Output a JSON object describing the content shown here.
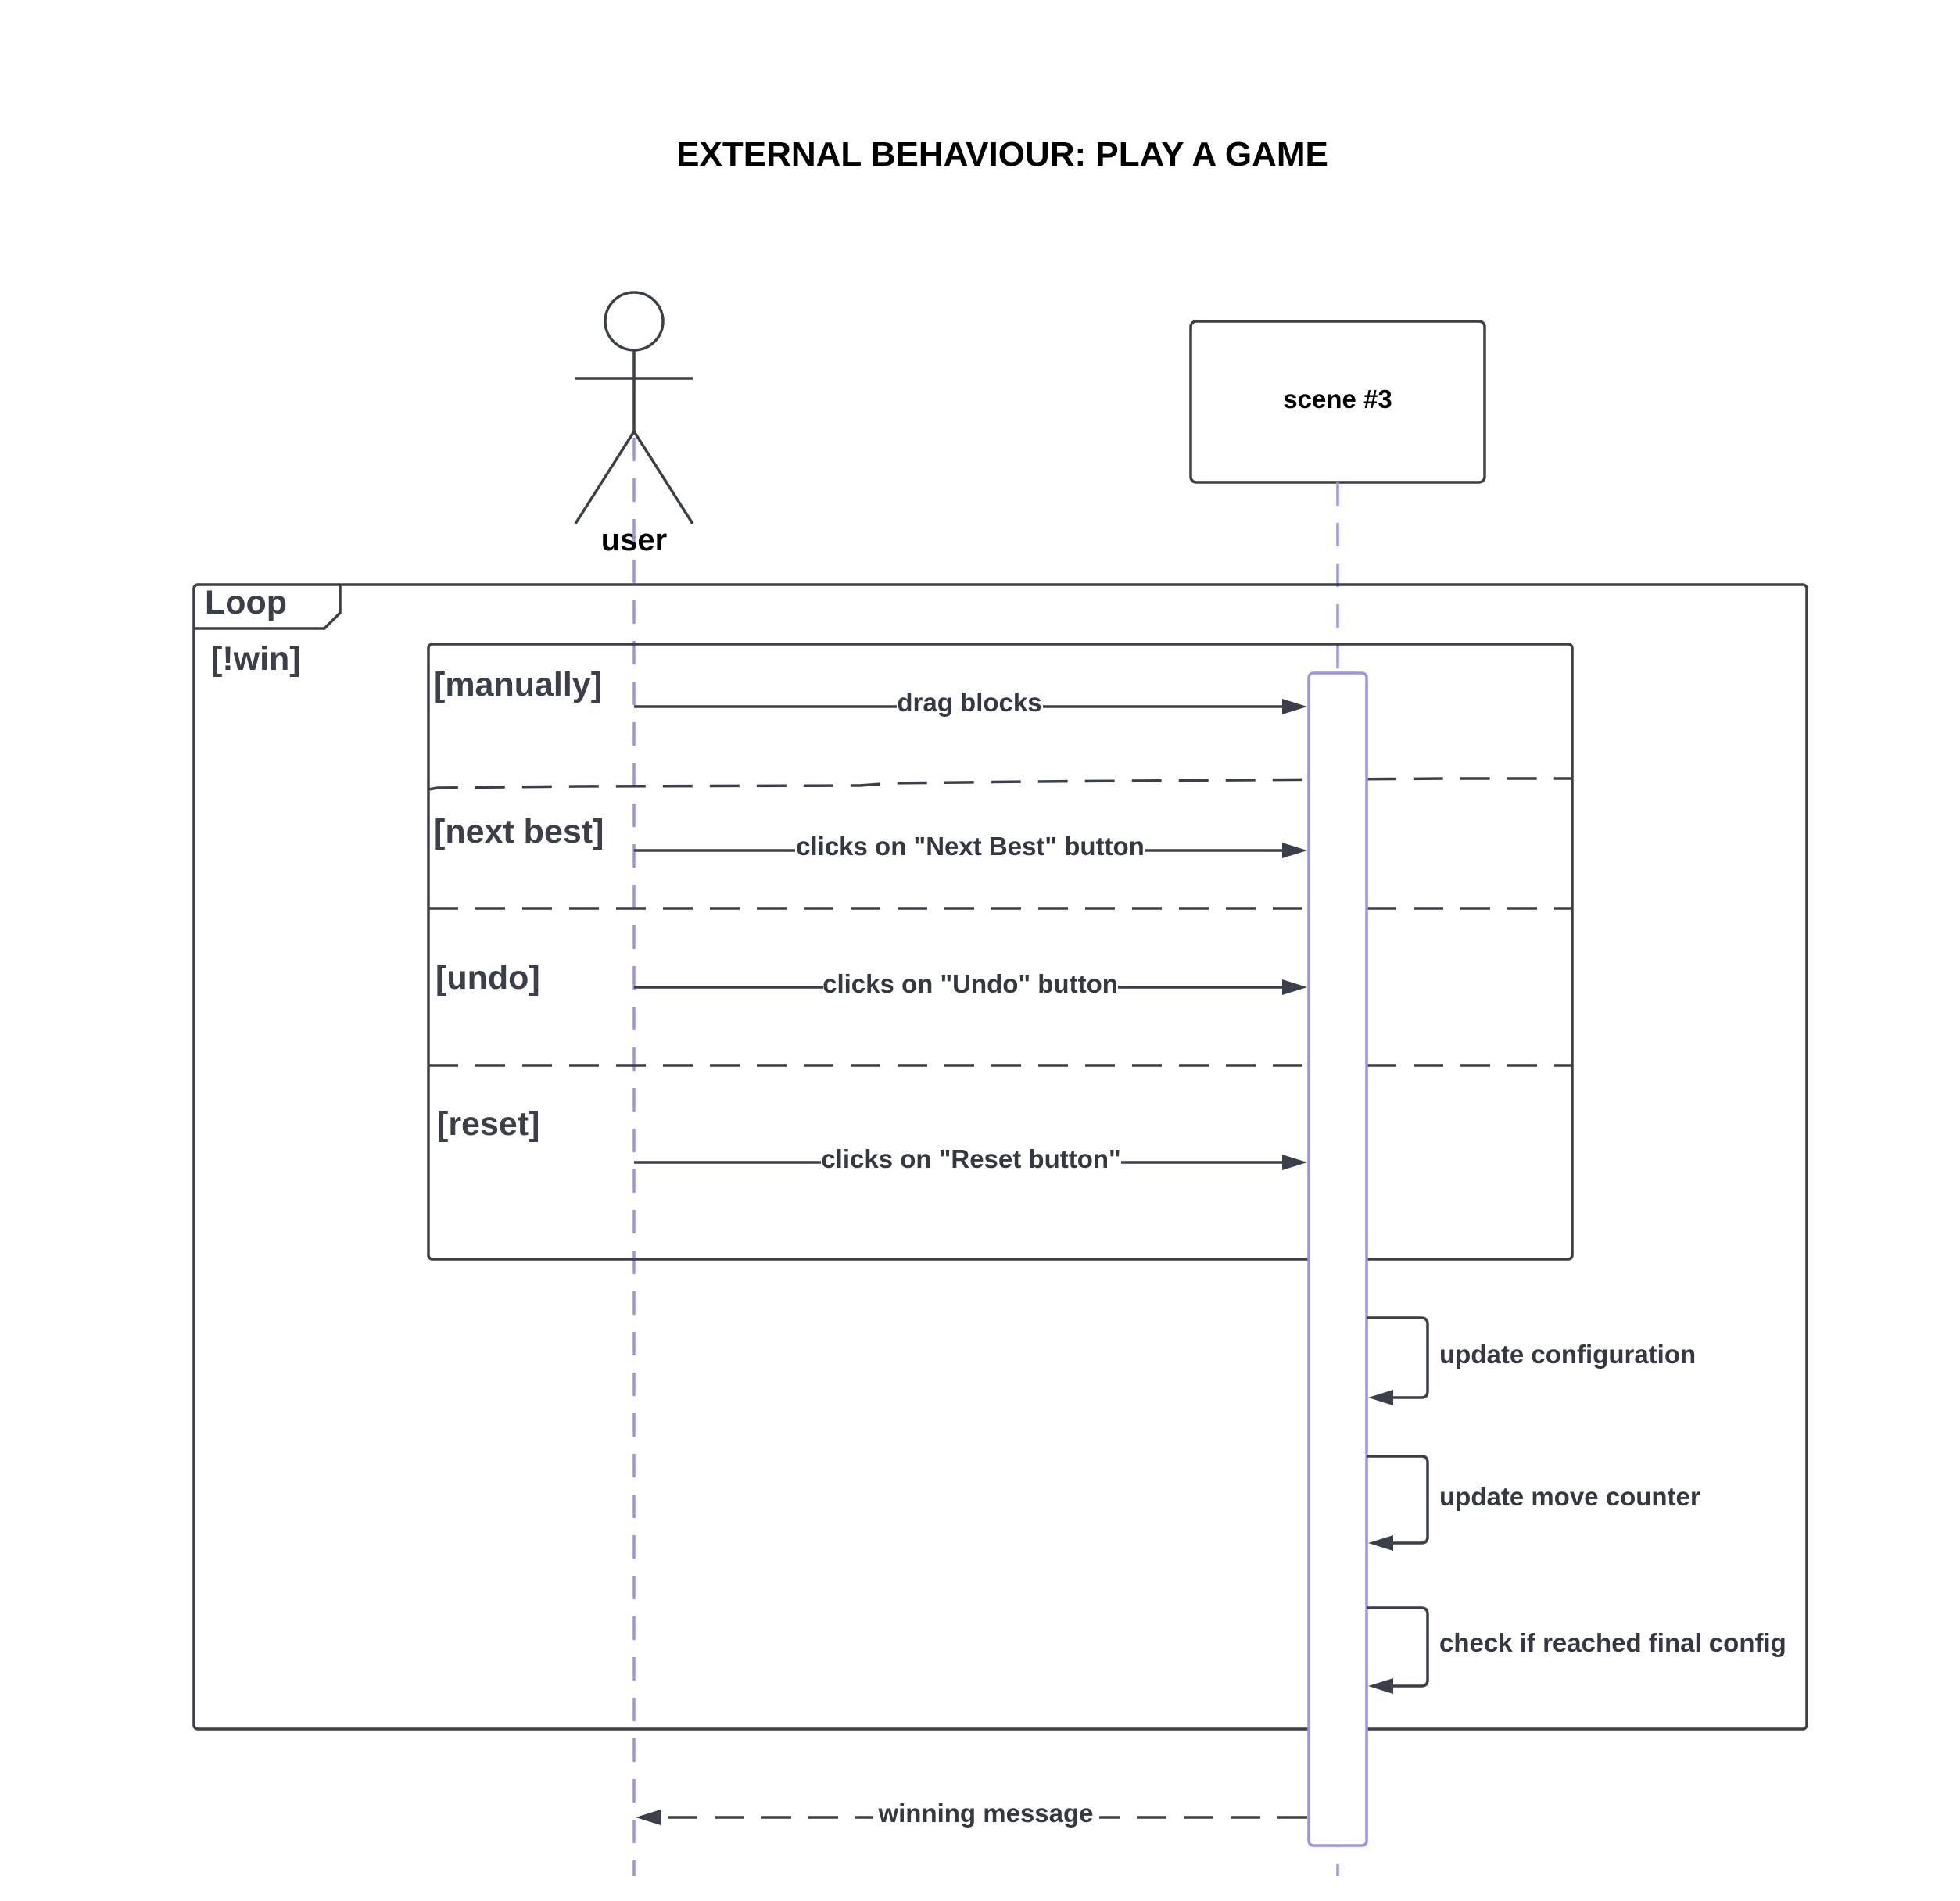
{
  "title": "EXTERNAL BEHAVIOUR: PLAY A GAME",
  "colors": {
    "line": "#3a3f4a",
    "lifeline": "#9b94ee",
    "background": "#ffffff"
  },
  "actor": {
    "name": "user",
    "icon": "stick-figure-icon"
  },
  "object": {
    "name": "scene #3"
  },
  "loop": {
    "tag": "Loop",
    "guard": "[!win]"
  },
  "alt": {
    "guards": [
      "[manually]",
      "[next best]",
      "[undo]",
      "[reset]"
    ]
  },
  "messages": {
    "drag": "drag blocks",
    "next_best": "clicks on \"Next Best\" button",
    "undo": "clicks on \"Undo\" button",
    "reset": "clicks on \"Reset button\"",
    "update_config": "update configuration",
    "update_counter": "update move counter",
    "check_final": "check if reached final config",
    "winning": "winning message"
  }
}
